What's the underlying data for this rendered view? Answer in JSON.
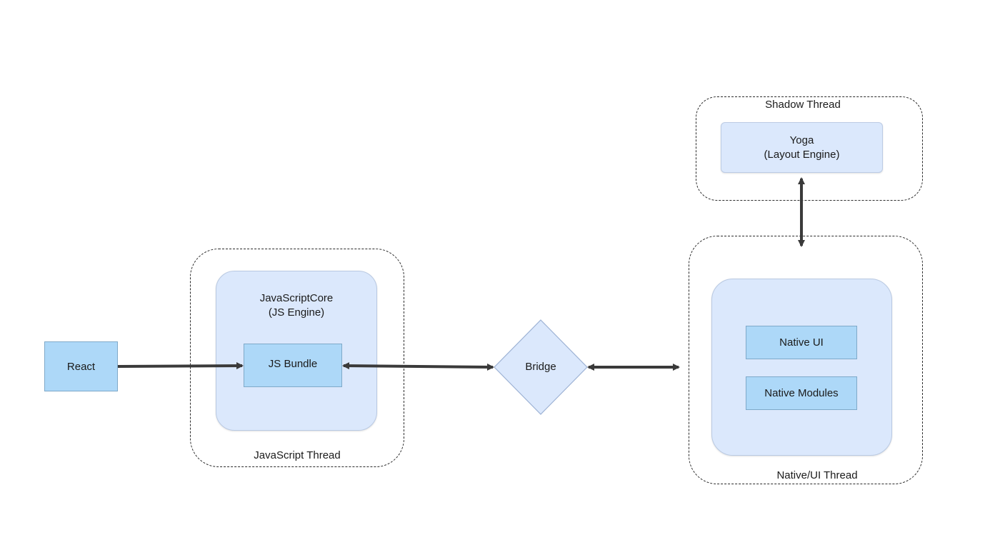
{
  "nodes": {
    "react": {
      "label": "React"
    },
    "js_bundle": {
      "label": "JS Bundle"
    },
    "js_engine": {
      "line1": "JavaScriptCore",
      "line2": "(JS Engine)"
    },
    "bridge": {
      "label": "Bridge"
    },
    "native_ui": {
      "label": "Native UI"
    },
    "native_modules": {
      "label": "Native Modules"
    },
    "yoga": {
      "line1": "Yoga",
      "line2": "(Layout Engine)"
    }
  },
  "threads": {
    "javascript": {
      "label": "JavaScript Thread"
    },
    "native_ui": {
      "label": "Native/UI Thread"
    },
    "shadow": {
      "label": "Shadow Thread"
    }
  },
  "colors": {
    "light_fill": "#dbe8fc",
    "box_fill": "#add8f8",
    "connector": "#3a3a3a",
    "dashed_border": "#2b2b2b"
  }
}
